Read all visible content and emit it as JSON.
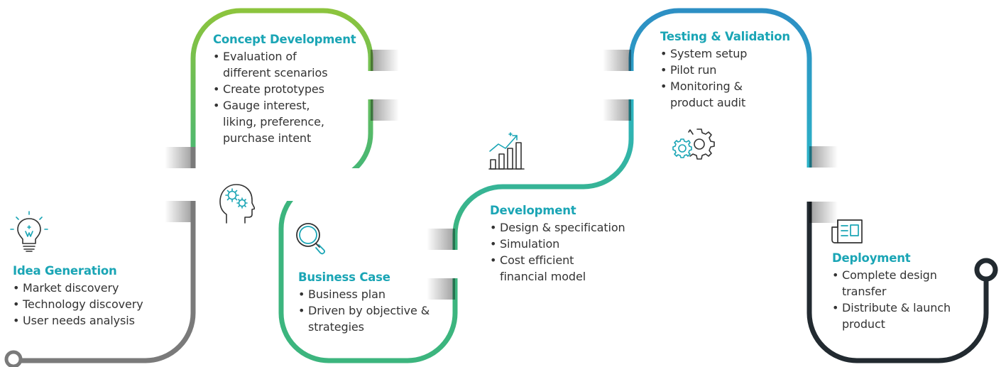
{
  "colors": {
    "title": "#1aa5b5",
    "text": "#333333",
    "segment1": "#7a7a7a",
    "segment2": "#8cc43d",
    "segment3": "#3cb57e",
    "segment4": "#2bb3c7",
    "segment5": "#2d8fc4",
    "segment6": "#222a30",
    "icon": "#1aa5b5"
  },
  "stages": [
    {
      "id": "idea-generation",
      "title": "Idea Generation",
      "icon": "lightbulb-icon",
      "items": [
        "Market discovery",
        "Technology discovery",
        "User needs analysis"
      ]
    },
    {
      "id": "concept-development",
      "title": "Concept Development",
      "icon": "head-gears-icon",
      "items": [
        "Evaluation of different scenarios",
        "Create prototypes",
        "Gauge interest, liking, preference, purchase intent"
      ]
    },
    {
      "id": "business-case",
      "title": "Business Case",
      "icon": "magnifier-icon",
      "items": [
        "Business plan",
        "Driven by objective & strategies"
      ]
    },
    {
      "id": "development",
      "title": "Development",
      "icon": "growth-chart-icon",
      "items": [
        "Design & specification",
        "Simulation",
        "Cost efficient financial model"
      ]
    },
    {
      "id": "testing-validation",
      "title": "Testing & Validation",
      "icon": "gears-icon",
      "items": [
        "System setup",
        "Pilot run",
        "Monitoring & product audit"
      ]
    },
    {
      "id": "deployment",
      "title": "Deployment",
      "icon": "document-icon",
      "items": [
        "Complete design transfer",
        "Distribute & launch product"
      ]
    }
  ]
}
